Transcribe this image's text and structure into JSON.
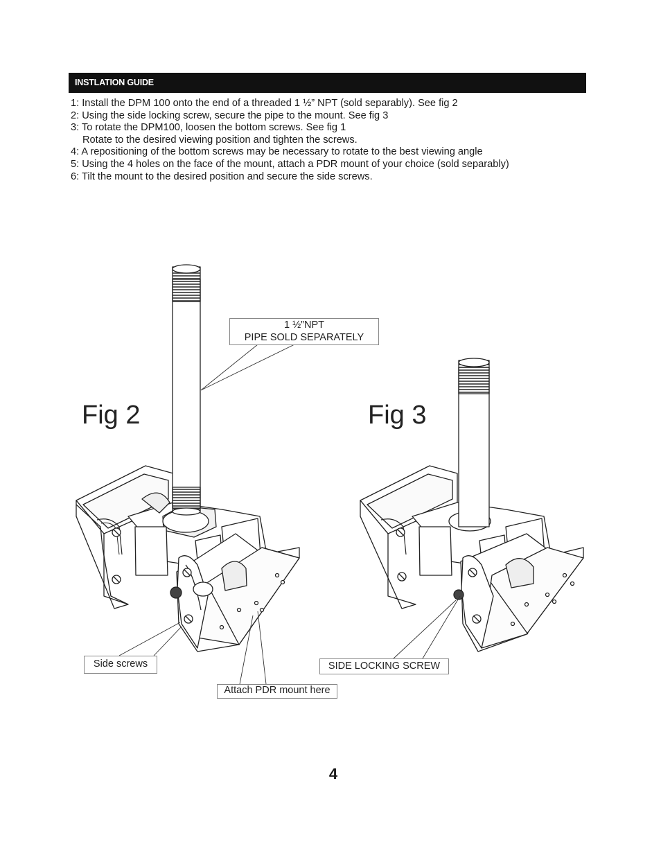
{
  "header": {
    "title": "INSTLATION GUIDE"
  },
  "steps": [
    "1: Install the DPM 100 onto the end of a threaded 1 ½” NPT (sold separably). See fig 2",
    "2: Using the side locking screw, secure the pipe to the mount. See fig 3",
    "3: To rotate the DPM100, loosen the bottom screws.  See fig 1",
    "Rotate to the desired viewing position and tighten the screws.",
    "4: A repositioning of the bottom screws may be necessary to rotate to the best viewing angle",
    "5: Using the 4 holes on the face of the mount, attach a PDR mount of your choice (sold separably)",
    "6: Tilt the mount to the desired position and secure the side screws."
  ],
  "figures": {
    "fig2": {
      "label": "Fig 2",
      "callouts": {
        "pipe_line1": "1 ½”NPT",
        "pipe_line2": "PIPE SOLD SEPARATELY",
        "side_screws": "Side screws",
        "attach": "Attach PDR mount here"
      }
    },
    "fig3": {
      "label": "Fig 3",
      "callouts": {
        "locking": "SIDE LOCKING SCREW"
      }
    }
  },
  "footer": {
    "page_number": "4"
  }
}
